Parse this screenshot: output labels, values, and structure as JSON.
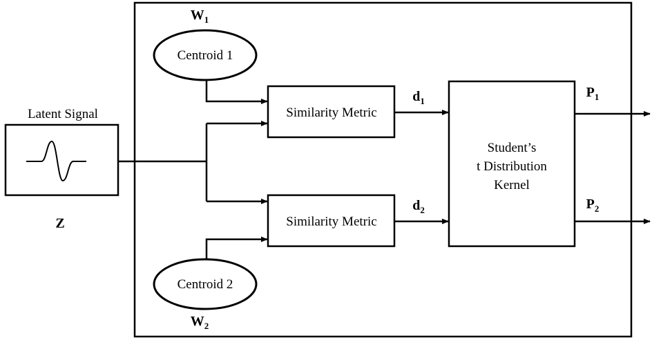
{
  "input": {
    "title": "Latent Signal",
    "symbol": "Z"
  },
  "centroids": [
    {
      "label": "Centroid 1",
      "weight": "W",
      "weight_sub": "1"
    },
    {
      "label": "Centroid 2",
      "weight": "W",
      "weight_sub": "2"
    }
  ],
  "similarity": [
    {
      "label": "Similarity Metric",
      "dist": "d",
      "dist_sub": "1"
    },
    {
      "label": "Similarity Metric",
      "dist": "d",
      "dist_sub": "2"
    }
  ],
  "kernel": {
    "line1": "Student’s",
    "line2": "t Distribution",
    "line3": "Kernel"
  },
  "outputs": [
    {
      "symbol": "P",
      "sub": "1"
    },
    {
      "symbol": "P",
      "sub": "2"
    }
  ]
}
